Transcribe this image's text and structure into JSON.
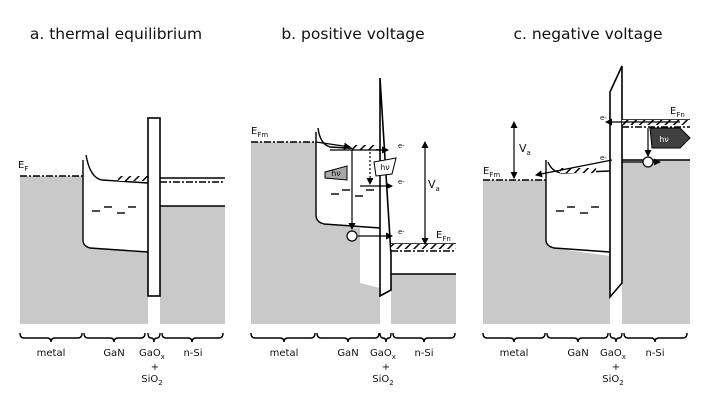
{
  "panels": [
    {
      "title": "a. thermal equilibrium",
      "level_labels": {
        "fermi": "E",
        "fermi_sub": "F"
      },
      "regions": [
        "metal",
        "GaN",
        "GaO",
        "x",
        "+",
        "SiO",
        "2",
        "n-Si"
      ]
    },
    {
      "title": "b. positive voltage",
      "level_labels": {
        "metal": "E",
        "metal_sub": "Fm",
        "si": "E",
        "si_sub": "Fn",
        "voltage": "V",
        "voltage_sub": "a",
        "photon": "hν",
        "photon2": "hν",
        "electron": "e-"
      },
      "regions": [
        "metal",
        "GaN",
        "GaO",
        "x",
        "+",
        "SiO",
        "2",
        "n-Si"
      ]
    },
    {
      "title": "c. negative voltage",
      "level_labels": {
        "metal": "E",
        "metal_sub": "Fm",
        "si": "E",
        "si_sub": "Fn",
        "voltage": "V",
        "voltage_sub": "a",
        "photon": "hν",
        "electron": "e-"
      },
      "regions": [
        "metal",
        "GaN",
        "GaO",
        "x",
        "+",
        "SiO",
        "2",
        "n-Si"
      ]
    }
  ],
  "colors": {
    "fill": "#c9c9c9",
    "line": "#000000",
    "photon_fill_b": "#a8a8a8",
    "photon_fill_c": "#404040"
  }
}
